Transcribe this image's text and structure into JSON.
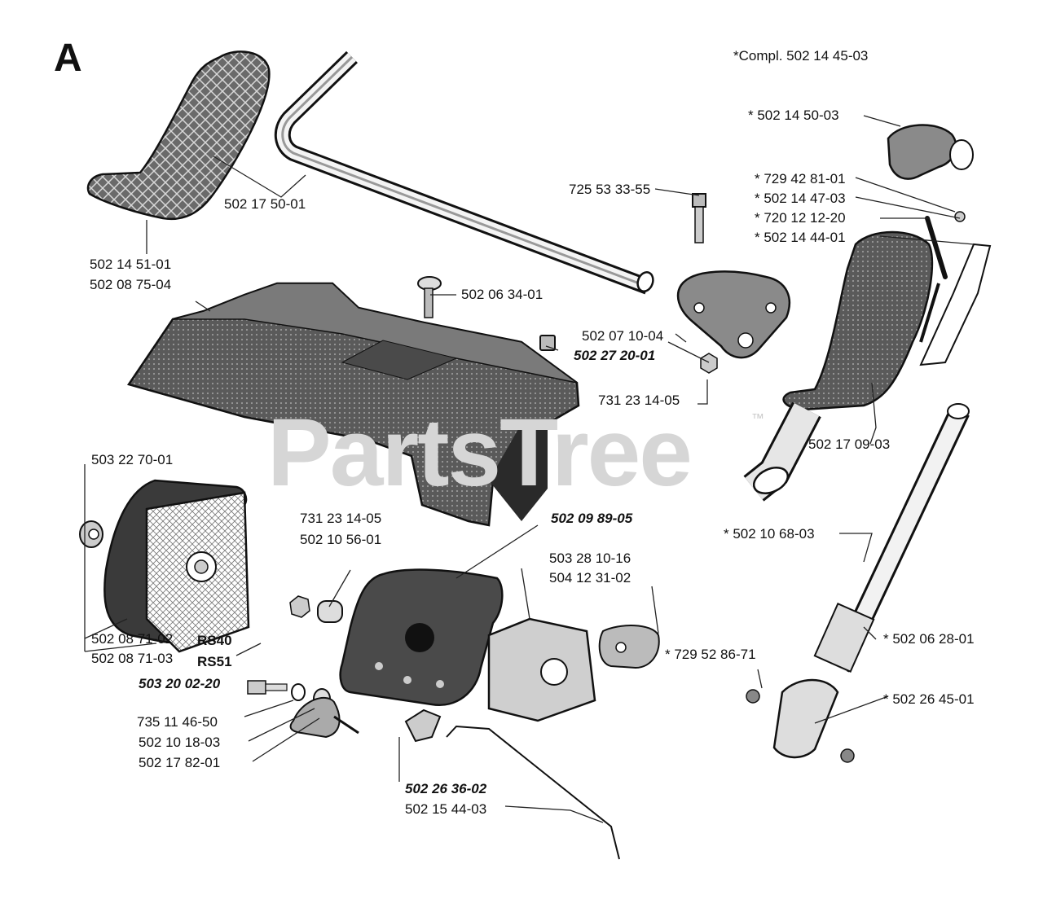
{
  "diagram": {
    "section": "A",
    "watermark": "PartsTree",
    "watermark_tm": "™",
    "header_note": "*Compl. 502 14 45-03",
    "labels": {
      "p502141501": "502 14 51-01",
      "p502087504": "502 08 75-04",
      "p502175001": "502 17 50-01",
      "p502063401": "502 06 34-01",
      "p725533355": "725 53 33-55",
      "p502071004": "502 07 10-04",
      "p502272001": "502 27 20-01",
      "p731231405a": "731 23 14-05",
      "p502145003": "* 502 14 50-03",
      "p729428101": "* 729 42 81-01",
      "p502144703": "* 502 14 47-03",
      "p720121220": "* 720 12 12-20",
      "p502144401": "* 502 14 44-01",
      "p502170903": "502 17 09-03",
      "p503227001": "503 22 70-01",
      "p731231405b": "731 23 14-05",
      "p502105601": "502 10 56-01",
      "p502098905": "502 09 89-05",
      "p503281016": "503 28 10-16",
      "p504123102": "504 12 31-02",
      "p502106803": "* 502 10 68-03",
      "p502087102": "502 08 71-02",
      "p502087103": "502 08 71-03",
      "rs40": "RS40",
      "rs51": "RS51",
      "p503200220": "503 20 02-20",
      "p735114650": "735 11 46-50",
      "p502101803": "502 10 18-03",
      "p502178201": "502 17 82-01",
      "p729528671": "* 729 52 86-71",
      "p502062801": "* 502 06 28-01",
      "p502264501": "* 502 26 45-01",
      "p502263602": "502 26 36-02",
      "p502154403": "502 15 44-03"
    }
  }
}
